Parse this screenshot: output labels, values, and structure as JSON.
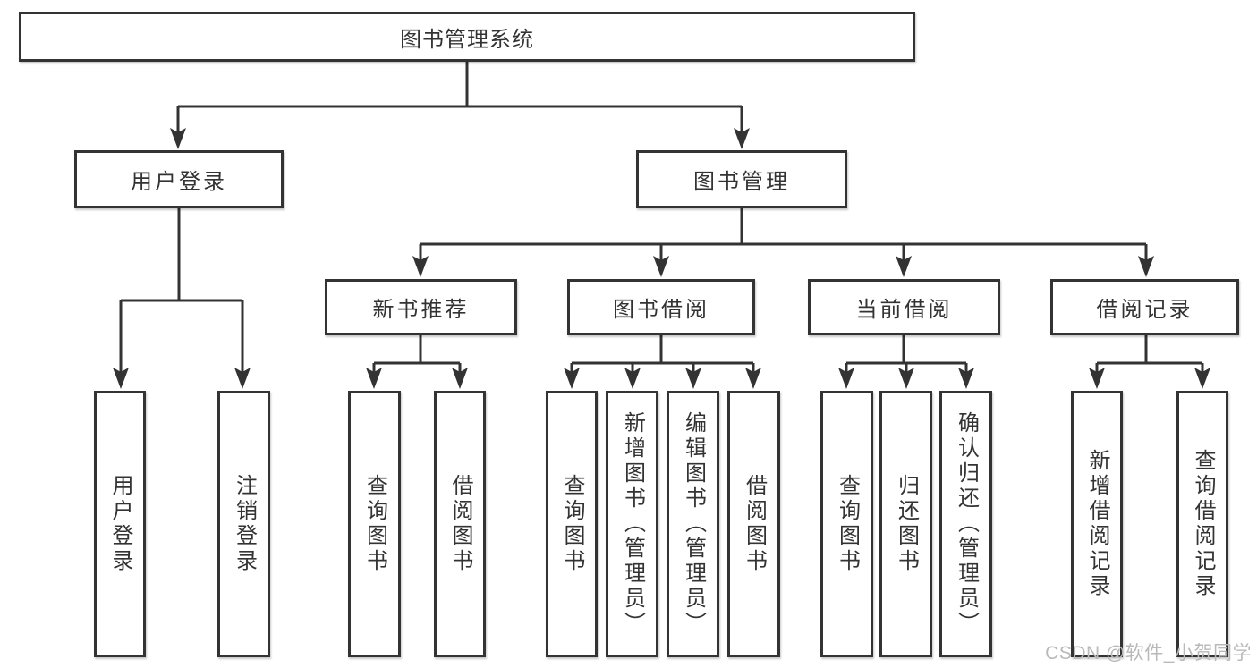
{
  "diagram": {
    "type": "hierarchy-tree",
    "orientation": "top-down"
  },
  "colors": {
    "background": "#ffffff",
    "line": "#333333",
    "text": "#333333",
    "node_fill": "#ffffff",
    "watermark": "#b9b9b9"
  },
  "tree": {
    "label": "图书管理系统",
    "children": [
      {
        "label": "用户登录",
        "children": [
          {
            "label": "用户登录"
          },
          {
            "label": "注销登录"
          }
        ]
      },
      {
        "label": "图书管理",
        "children": [
          {
            "label": "新书推荐",
            "children": [
              {
                "label": "查询图书"
              },
              {
                "label": "借阅图书"
              }
            ]
          },
          {
            "label": "图书借阅",
            "children": [
              {
                "label": "查询图书"
              },
              {
                "label": "新增图书（管理员）"
              },
              {
                "label": "编辑图书（管理员）"
              },
              {
                "label": "借阅图书"
              }
            ]
          },
          {
            "label": "当前借阅",
            "children": [
              {
                "label": "查询图书"
              },
              {
                "label": "归还图书"
              },
              {
                "label": "确认归还（管理员）"
              }
            ]
          },
          {
            "label": "借阅记录",
            "children": [
              {
                "label": "新增借阅记录"
              },
              {
                "label": "查询借阅记录"
              }
            ]
          }
        ]
      }
    ]
  },
  "watermark": {
    "text": "CSDN @软件_小贺同学"
  }
}
